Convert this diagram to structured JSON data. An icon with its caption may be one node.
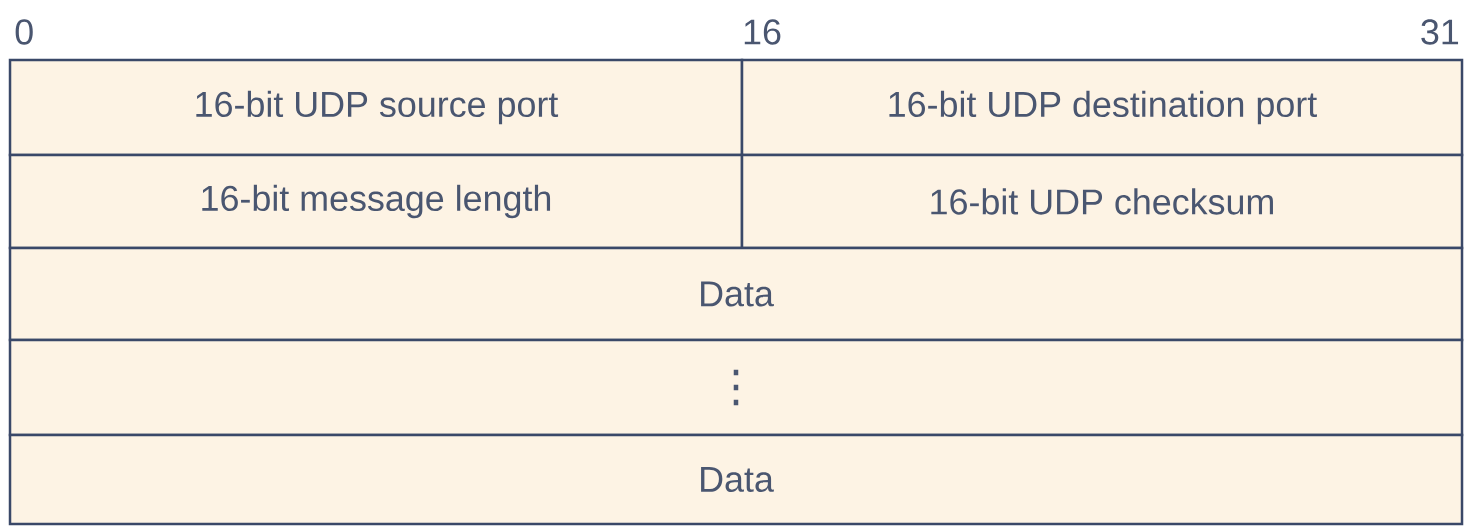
{
  "diagram": {
    "nodes": [
      {
        "text": [
          "16-bit UDP source port"
        ]
      },
      {
        "text": [
          "16-bit UDP destination port"
        ]
      },
      {
        "text": [
          "16-bit message length"
        ]
      },
      {
        "text": [
          "16-bit UDP checksum"
        ]
      },
      {
        "text": [
          "Data"
        ]
      },
      {
        "text": [
          "⋮"
        ]
      },
      {
        "text": [
          "Data"
        ]
      }
    ],
    "labels": [
      "0",
      "16",
      "31"
    ]
  }
}
